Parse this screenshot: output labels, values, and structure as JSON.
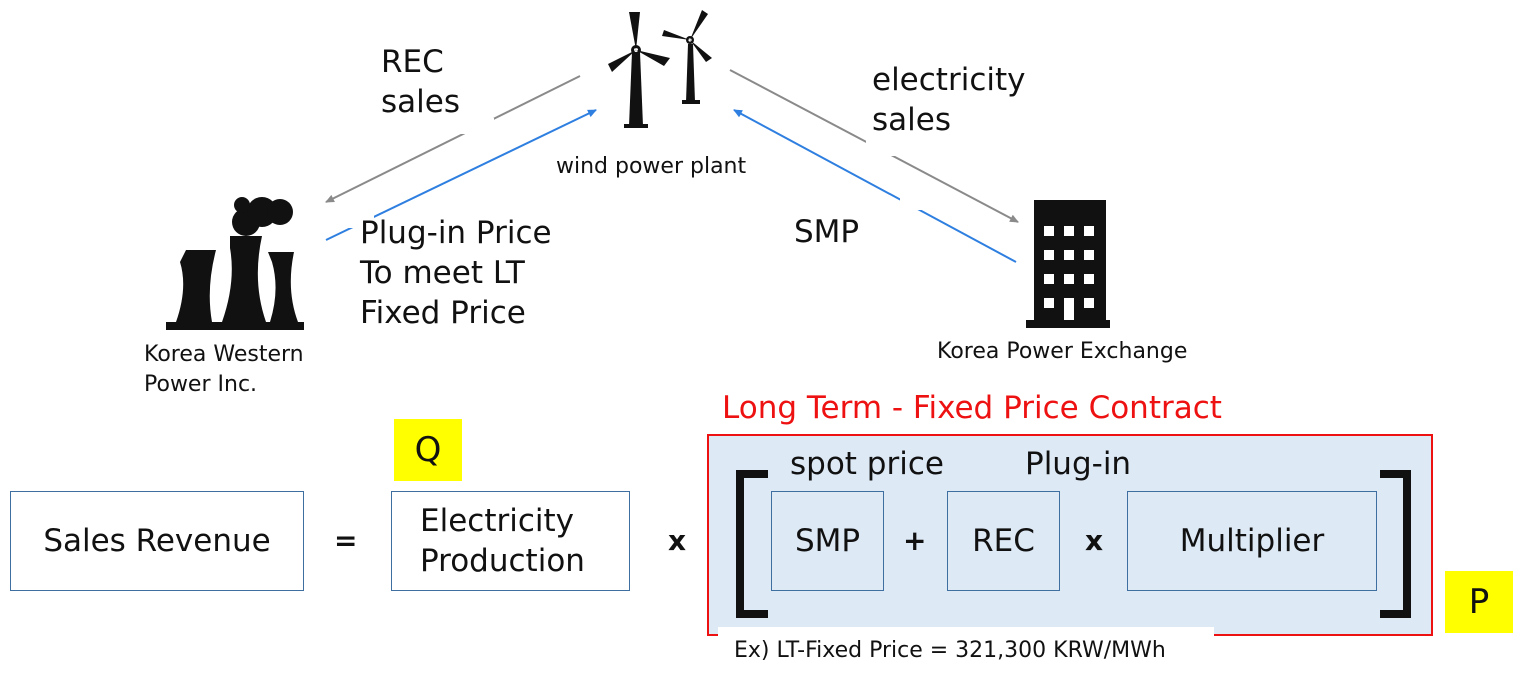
{
  "top": {
    "wind_label": "wind power plant",
    "rec_sales": [
      "REC",
      "sales"
    ],
    "electricity_sales": [
      "electricity",
      "sales"
    ],
    "plug_in_price": [
      "Plug-in Price",
      "To meet LT",
      "Fixed Price"
    ],
    "smp": "SMP",
    "kwp_label": [
      "Korea Western",
      "Power Inc."
    ],
    "kpx_label": "Korea Power Exchange"
  },
  "formula": {
    "sales_revenue": "Sales Revenue",
    "equals": "=",
    "production": [
      "Electricity",
      "Production"
    ],
    "times": "x",
    "q_badge": "Q",
    "p_badge": "P",
    "contract_title": "Long Term - Fixed Price Contract",
    "spot_price": "spot price",
    "plug_in": "Plug-in",
    "smp_box": "SMP",
    "plus": "+",
    "rec_box": "REC",
    "times2": "x",
    "multiplier": "Multiplier",
    "example": "Ex) LT-Fixed Price = 321,300 KRW/MWh"
  },
  "colors": {
    "blue_arrow": "#2e7fe0",
    "gray_arrow": "#8a8a8a",
    "box_border": "#3f6fa0",
    "contract_red": "#ee1111",
    "contract_fill": "#dde9f5",
    "badge_yellow": "#ffff00"
  }
}
